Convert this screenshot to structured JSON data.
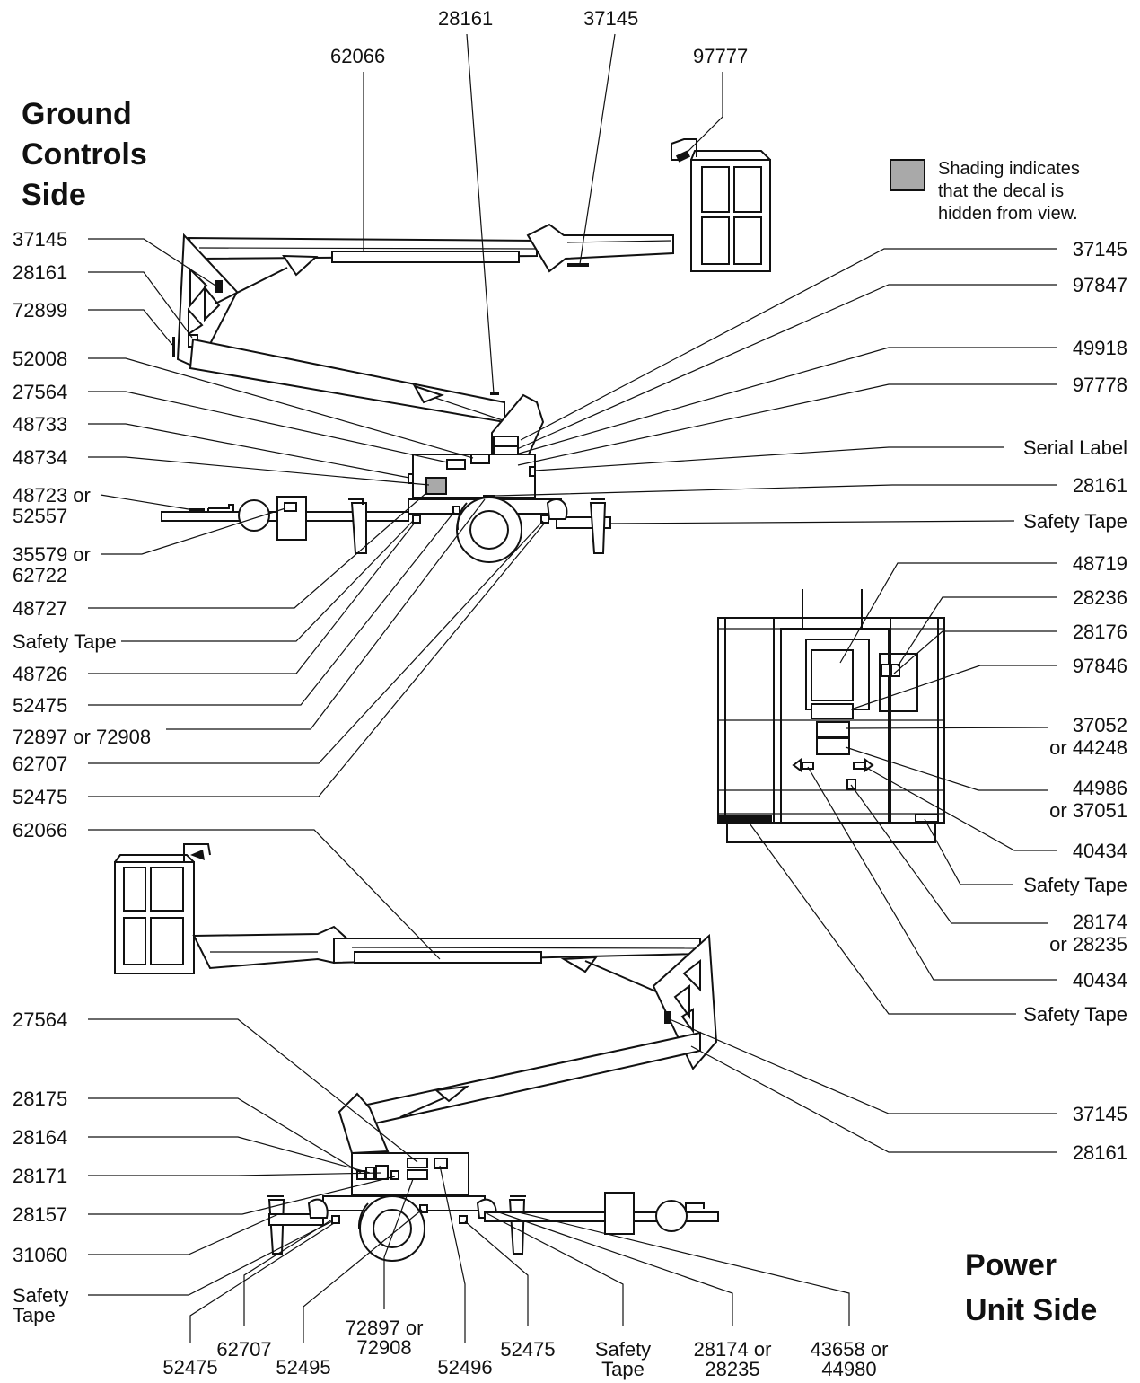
{
  "headings": {
    "ground_line1": "Ground",
    "ground_line2": "Controls",
    "ground_line3": "Side",
    "power_line1": "Power",
    "power_line2": "Unit Side"
  },
  "legend": {
    "line1": "Shading indicates",
    "line2": "that the decal is",
    "line3": "hidden from view.",
    "swatch_color": "#a9a9a9"
  },
  "top_callouts": [
    "28161",
    "37145",
    "62066",
    "97777"
  ],
  "ground_left_labels": [
    "37145",
    "28161",
    "72899",
    "52008",
    "27564",
    "48733",
    "48734",
    "48723 or",
    "52557",
    "35579 or",
    "62722",
    "48727",
    "Safety Tape",
    "48726",
    "52475",
    "72897 or 72908",
    "62707",
    "52475",
    "62066"
  ],
  "ground_right_labels": [
    "37145",
    "97847",
    "49918",
    "97778",
    "Serial Label",
    "28161",
    "Safety Tape"
  ],
  "platform_labels": [
    "48719",
    "28236",
    "28176",
    "97846",
    "37052",
    "or 44248",
    "44986",
    "or 37051",
    "40434",
    "Safety Tape",
    "28174",
    "or 28235",
    "40434",
    "Safety Tape"
  ],
  "power_left_labels": [
    "27564",
    "28175",
    "28164",
    "28171",
    "28157",
    "31060",
    "Safety",
    "Tape"
  ],
  "power_right_labels": [
    "37145",
    "28161"
  ],
  "power_bottom_labels": [
    "52475",
    "62707",
    "52495",
    "72897 or",
    "72908",
    "52496",
    "52475",
    "Safety",
    "Tape",
    "28174 or",
    "28235",
    "43658 or",
    "44980"
  ]
}
